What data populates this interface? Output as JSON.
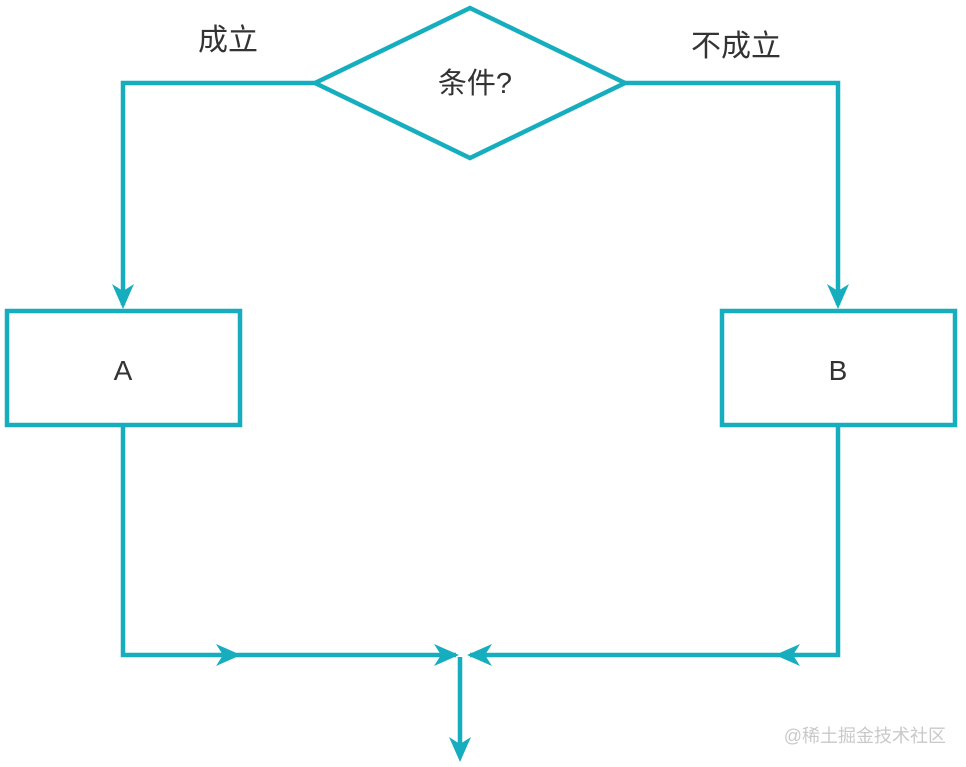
{
  "colors": {
    "accent": "#16aebe",
    "text": "#333333",
    "watermark": "#c9c9c9",
    "background": "#ffffff"
  },
  "flowchart": {
    "type": "decision-flowchart",
    "condition": {
      "label": "条件?",
      "shape": "diamond"
    },
    "branch_true": {
      "label": "成立"
    },
    "branch_false": {
      "label": "不成立"
    },
    "node_a": {
      "label": "A",
      "shape": "rect"
    },
    "node_b": {
      "label": "B",
      "shape": "rect"
    },
    "watermark": "@稀土掘金技术社区"
  }
}
